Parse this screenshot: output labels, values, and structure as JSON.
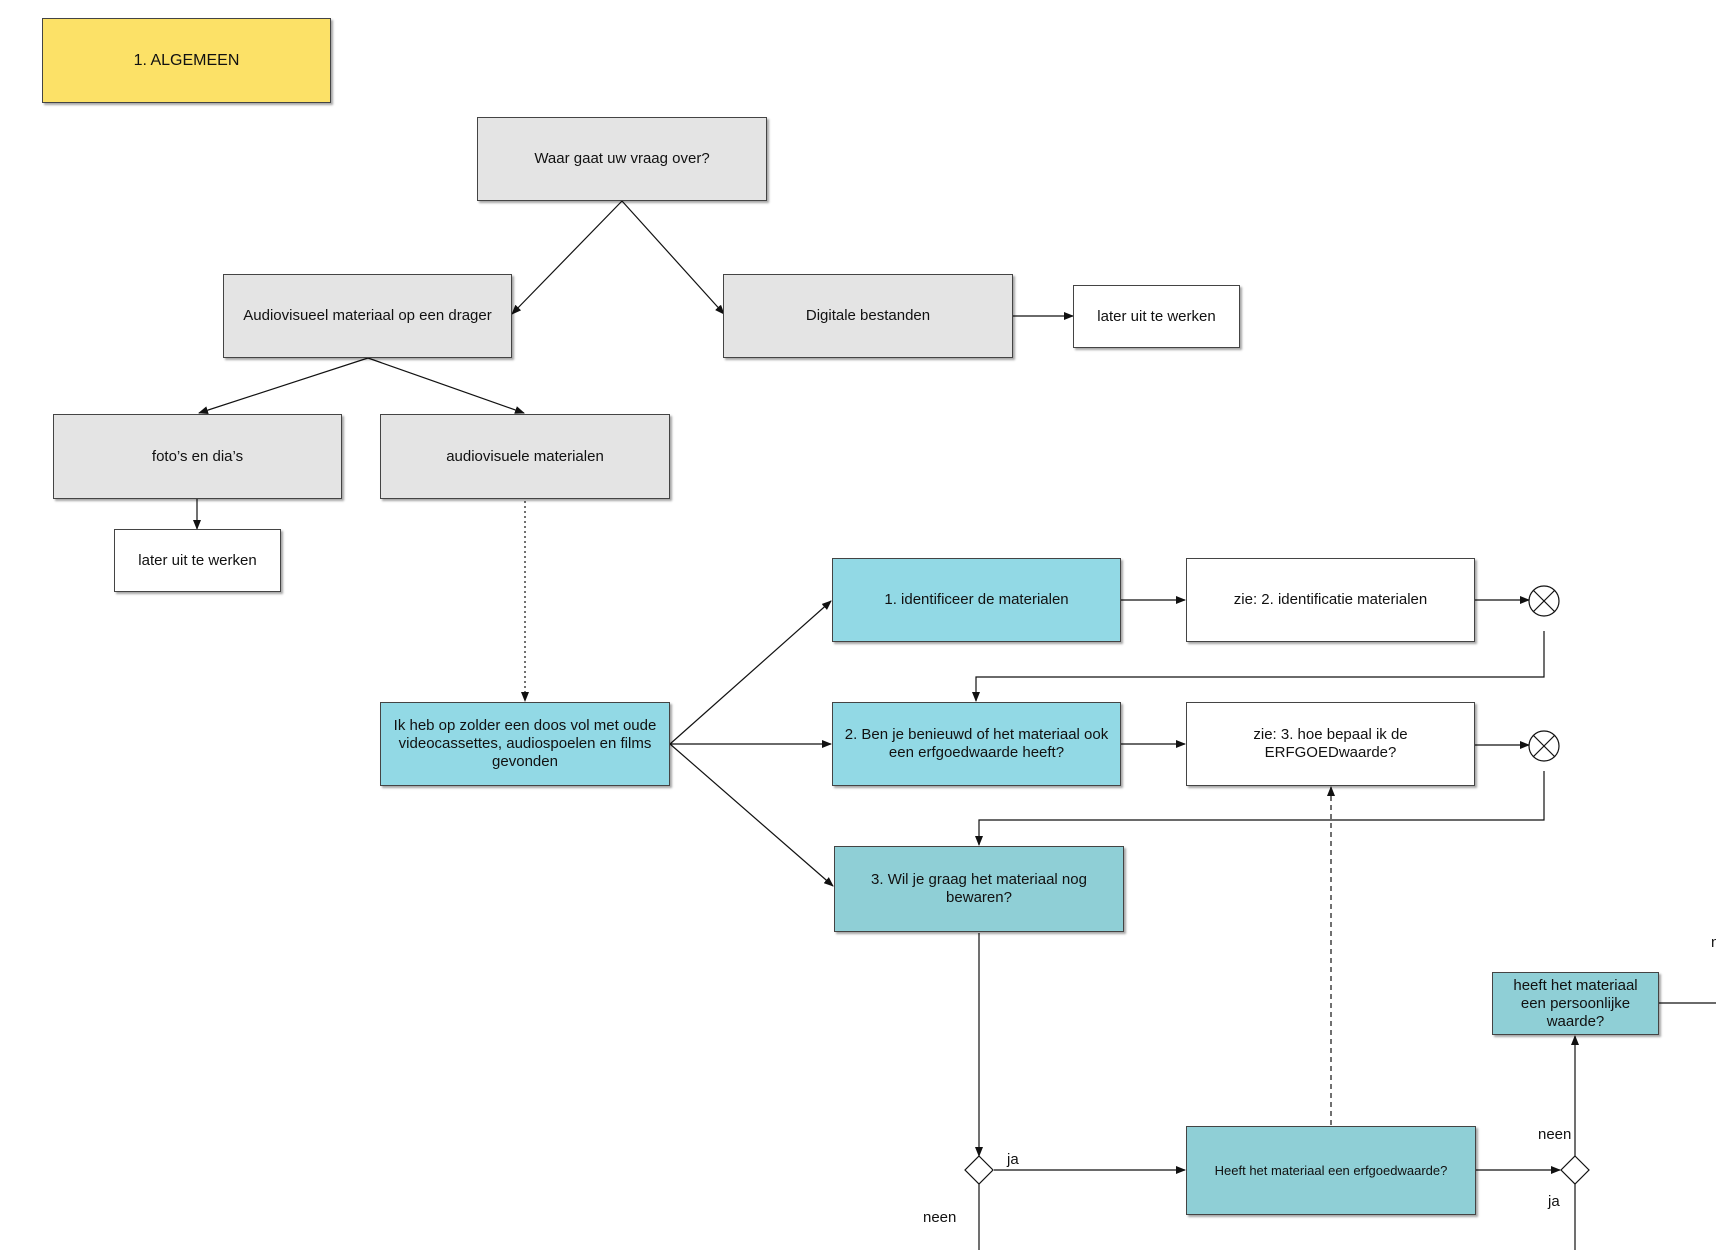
{
  "diagram": {
    "title": "1. ALGEMEEN",
    "nodes": {
      "question": "Waar gaat uw vraag over?",
      "av_carrier": "Audiovisueel materiaal op een drager",
      "digital": "Digitale bestanden",
      "later_digital": "later uit te werken",
      "photos": "foto’s en dia’s",
      "av_materials": "audiovisuele materialen",
      "later_photos": "later uit te werken",
      "attic": "Ik heb op zolder een doos vol met oude videocassettes, audiospoelen en films gevonden",
      "step1": "1. identificeer de materialen",
      "step1_ref": "zie: 2. identificatie materialen",
      "step2": "2. Ben je benieuwd of het materiaal ook een erfgoedwaarde heeft?",
      "step2_ref": "zie: 3. hoe bepaal ik de ERFGOEDwaarde?",
      "step3": "3. Wil je graag het materiaal nog bewaren?",
      "heritage_q": "Heeft het materiaal een erfgoedwaarde?",
      "personal_q": "heeft het materiaal een persoonlijke waarde?"
    },
    "edge_labels": {
      "ja_left": "ja",
      "neen_left": "neen",
      "neen_right": "neen",
      "ja_right": "ja",
      "cut_right": "n"
    }
  }
}
